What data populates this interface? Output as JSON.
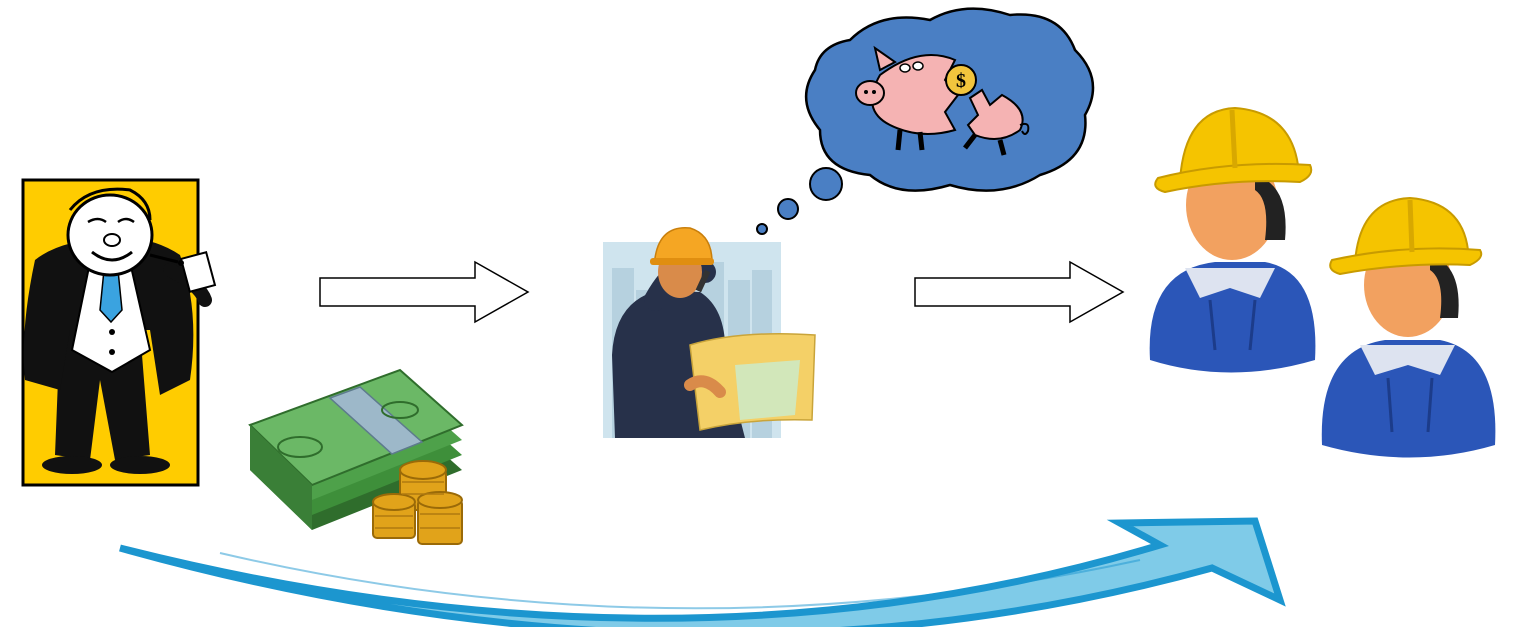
{
  "diagram": {
    "nodes": [
      {
        "id": "investor",
        "icon": "businessman-cigar-icon"
      },
      {
        "id": "money",
        "icon": "cash-and-coins-icon"
      },
      {
        "id": "contractor",
        "icon": "contractor-on-phone-icon"
      },
      {
        "id": "thought",
        "icon": "broken-piggy-bank-icon"
      },
      {
        "id": "workers",
        "icon": "construction-workers-icon"
      }
    ],
    "edges": [
      {
        "from": "investor",
        "to": "contractor",
        "style": "outline-arrow"
      },
      {
        "from": "contractor",
        "to": "workers",
        "style": "outline-arrow"
      },
      {
        "from": "investor",
        "to": "workers",
        "style": "curved-blue-arrow"
      }
    ],
    "colors": {
      "poster_bg": "#ffcc00",
      "suit": "#1a1a1a",
      "tie": "#3aa3e0",
      "bills": "#3e8f3a",
      "coins": "#e1a31a",
      "thought_cloud": "#4a7fc4",
      "pig": "#f5b3b3",
      "contractor_bg": "#cfe4ee",
      "hardhat": "#f5c400",
      "worker_shirt": "#2b56b8",
      "skin": "#f2a160",
      "flow_arrow_stroke": "#1c96cf",
      "flow_arrow_fill": "#7fcbe8"
    }
  }
}
